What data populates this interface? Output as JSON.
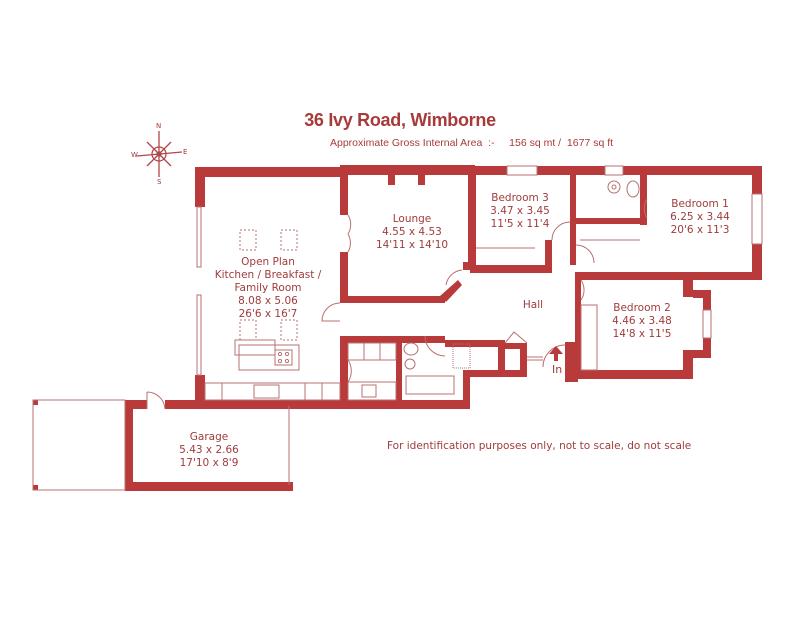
{
  "header": {
    "title": "36 Ivy Road, Wimborne",
    "area_label": "Approximate Gross Internal Area  :-     156 sq mt /  1677 sq ft"
  },
  "compass": {
    "icon": "compass-rose-icon",
    "north": "N",
    "south": "S",
    "east": "E",
    "west": "W"
  },
  "rooms": [
    {
      "id": "kitchen",
      "lines": [
        "Open Plan",
        "Kitchen / Breakfast /",
        "Family Room",
        "8.08 x 5.06",
        "26'6 x 16'7"
      ]
    },
    {
      "id": "lounge",
      "lines": [
        "Lounge",
        "4.55 x 4.53",
        "14'11 x 14'10"
      ]
    },
    {
      "id": "bedroom3",
      "lines": [
        "Bedroom 3",
        "3.47 x 3.45",
        "11'5 x 11'4"
      ]
    },
    {
      "id": "bedroom1",
      "lines": [
        "Bedroom 1",
        "6.25 x 3.44",
        "20'6 x 11'3"
      ]
    },
    {
      "id": "bedroom2",
      "lines": [
        "Bedroom 2",
        "4.46 x 3.48",
        "14'8 x 11'5"
      ]
    },
    {
      "id": "hall",
      "lines": [
        "Hall"
      ]
    },
    {
      "id": "garage",
      "lines": [
        "Garage",
        "5.43 x 2.66",
        "17'10 x 8'9"
      ]
    }
  ],
  "entrance": {
    "label": "In",
    "icon": "arrow-up-icon"
  },
  "footer": {
    "disclaimer": "For identification purposes only, not to scale, do not scale"
  },
  "colors": {
    "wall": "#b83a3a",
    "text": "#a03c3c",
    "fixture": "#b87070"
  }
}
